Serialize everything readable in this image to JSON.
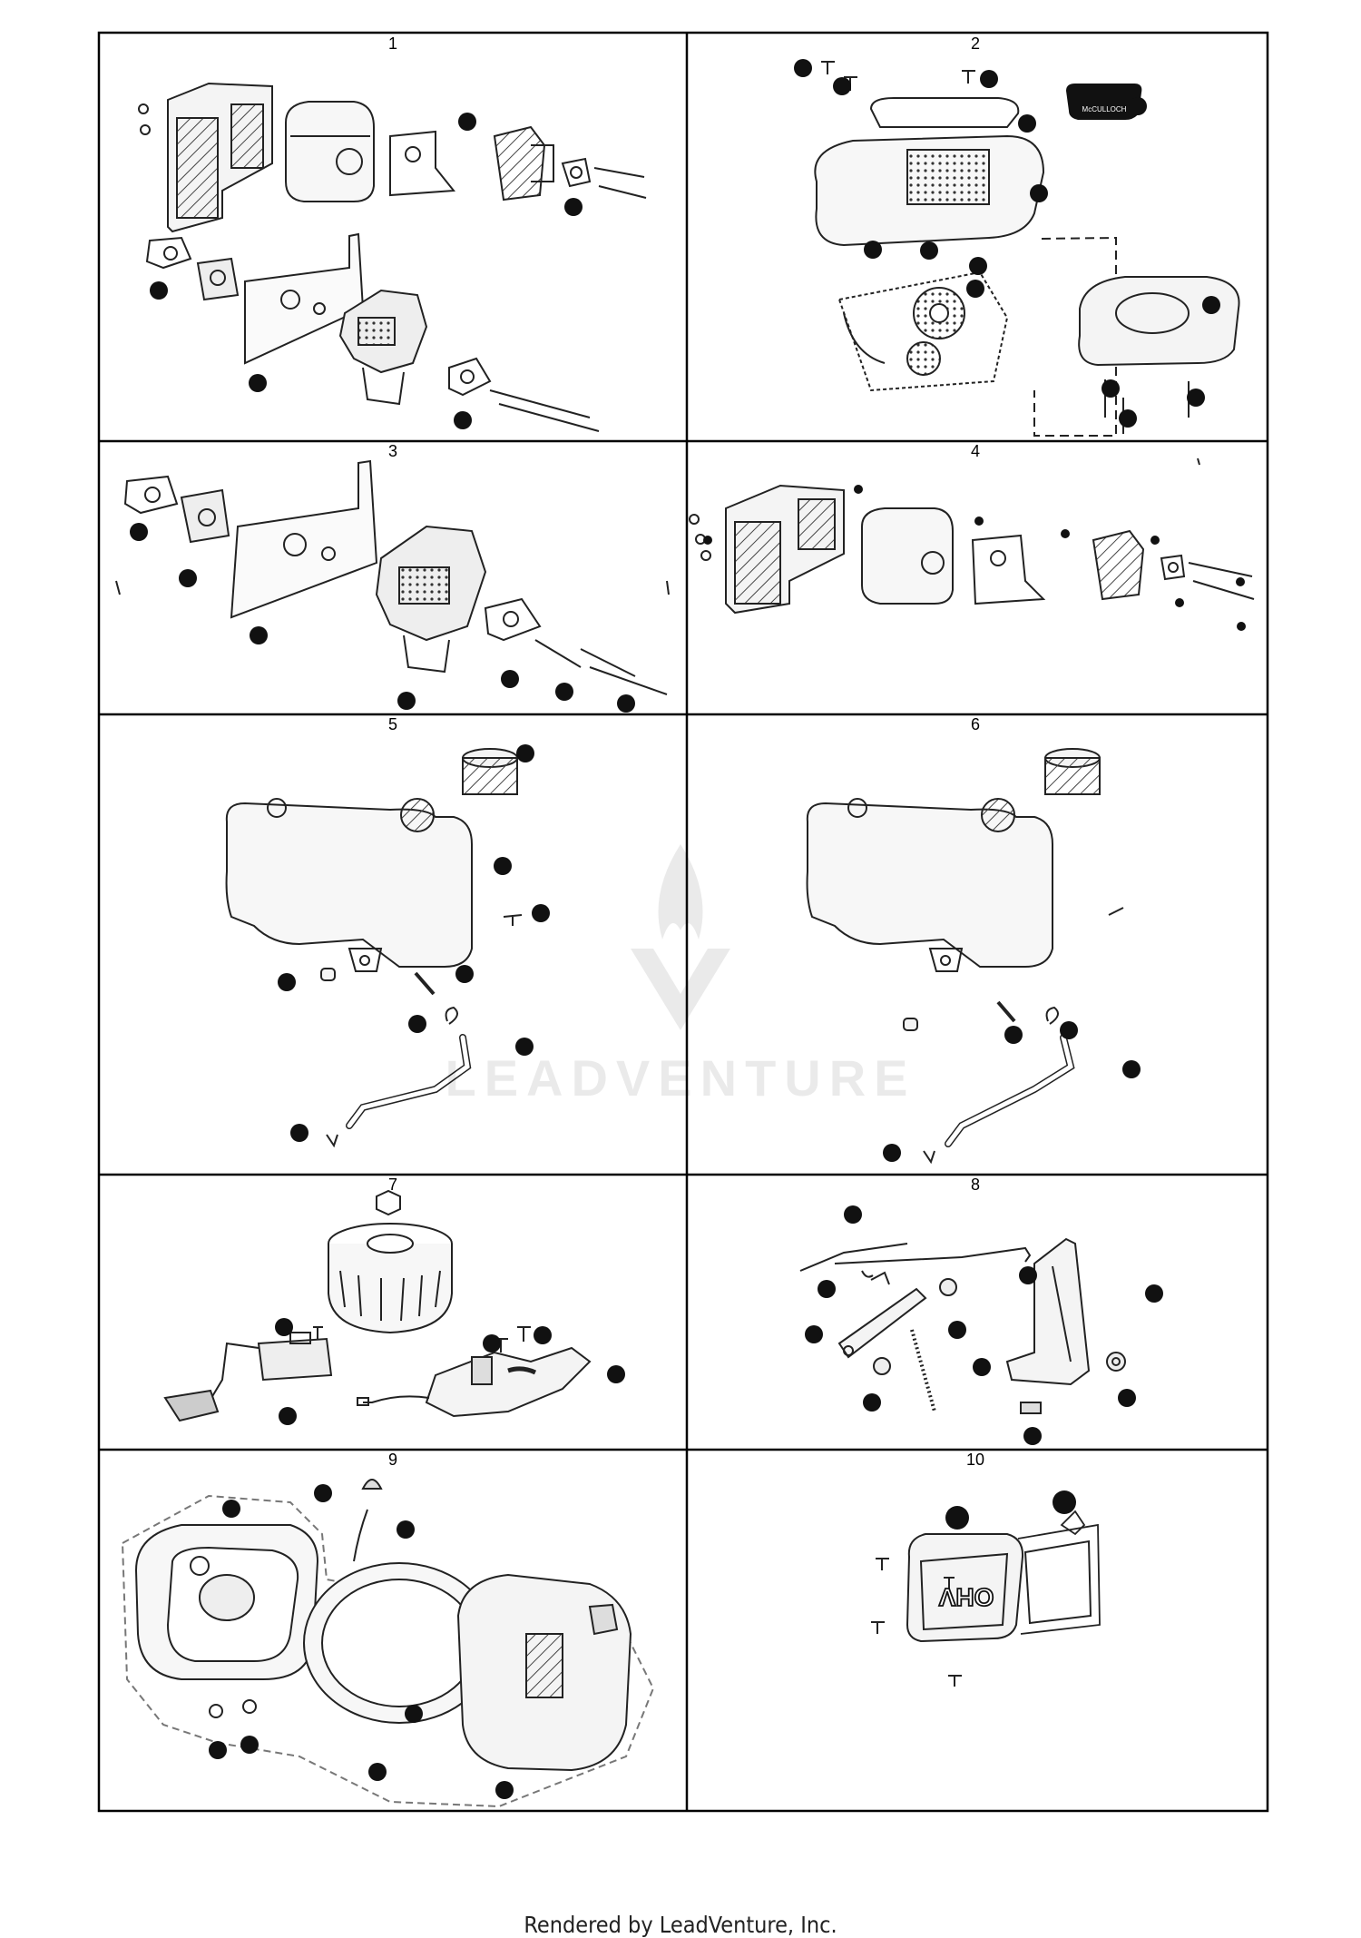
{
  "panels": [
    {
      "number": "1"
    },
    {
      "number": "2"
    },
    {
      "number": "3"
    },
    {
      "number": "4"
    },
    {
      "number": "5"
    },
    {
      "number": "6"
    },
    {
      "number": "7"
    },
    {
      "number": "8"
    },
    {
      "number": "9"
    },
    {
      "number": "10"
    }
  ],
  "brand_badge": "McCULLOCH",
  "valve_cover_text": "OHV",
  "watermark": "LEADVENTURE",
  "footer": "Rendered by LeadVenture, Inc."
}
